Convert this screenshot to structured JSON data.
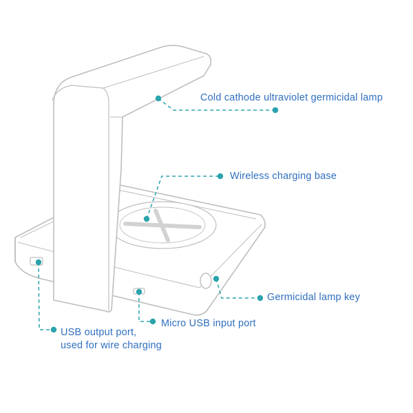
{
  "colors": {
    "outline": "#bdbdbd",
    "leader": "#2aa3ad",
    "label": "#2f6fbf"
  },
  "callouts": {
    "lamp": "Cold cathode ultraviolet germicidal lamp",
    "base": "Wireless charging base",
    "key": "Germicidal lamp key",
    "micro_usb": "Micro USB input port",
    "usb_line1": "USB output port,",
    "usb_line2": "used for wire charging"
  }
}
